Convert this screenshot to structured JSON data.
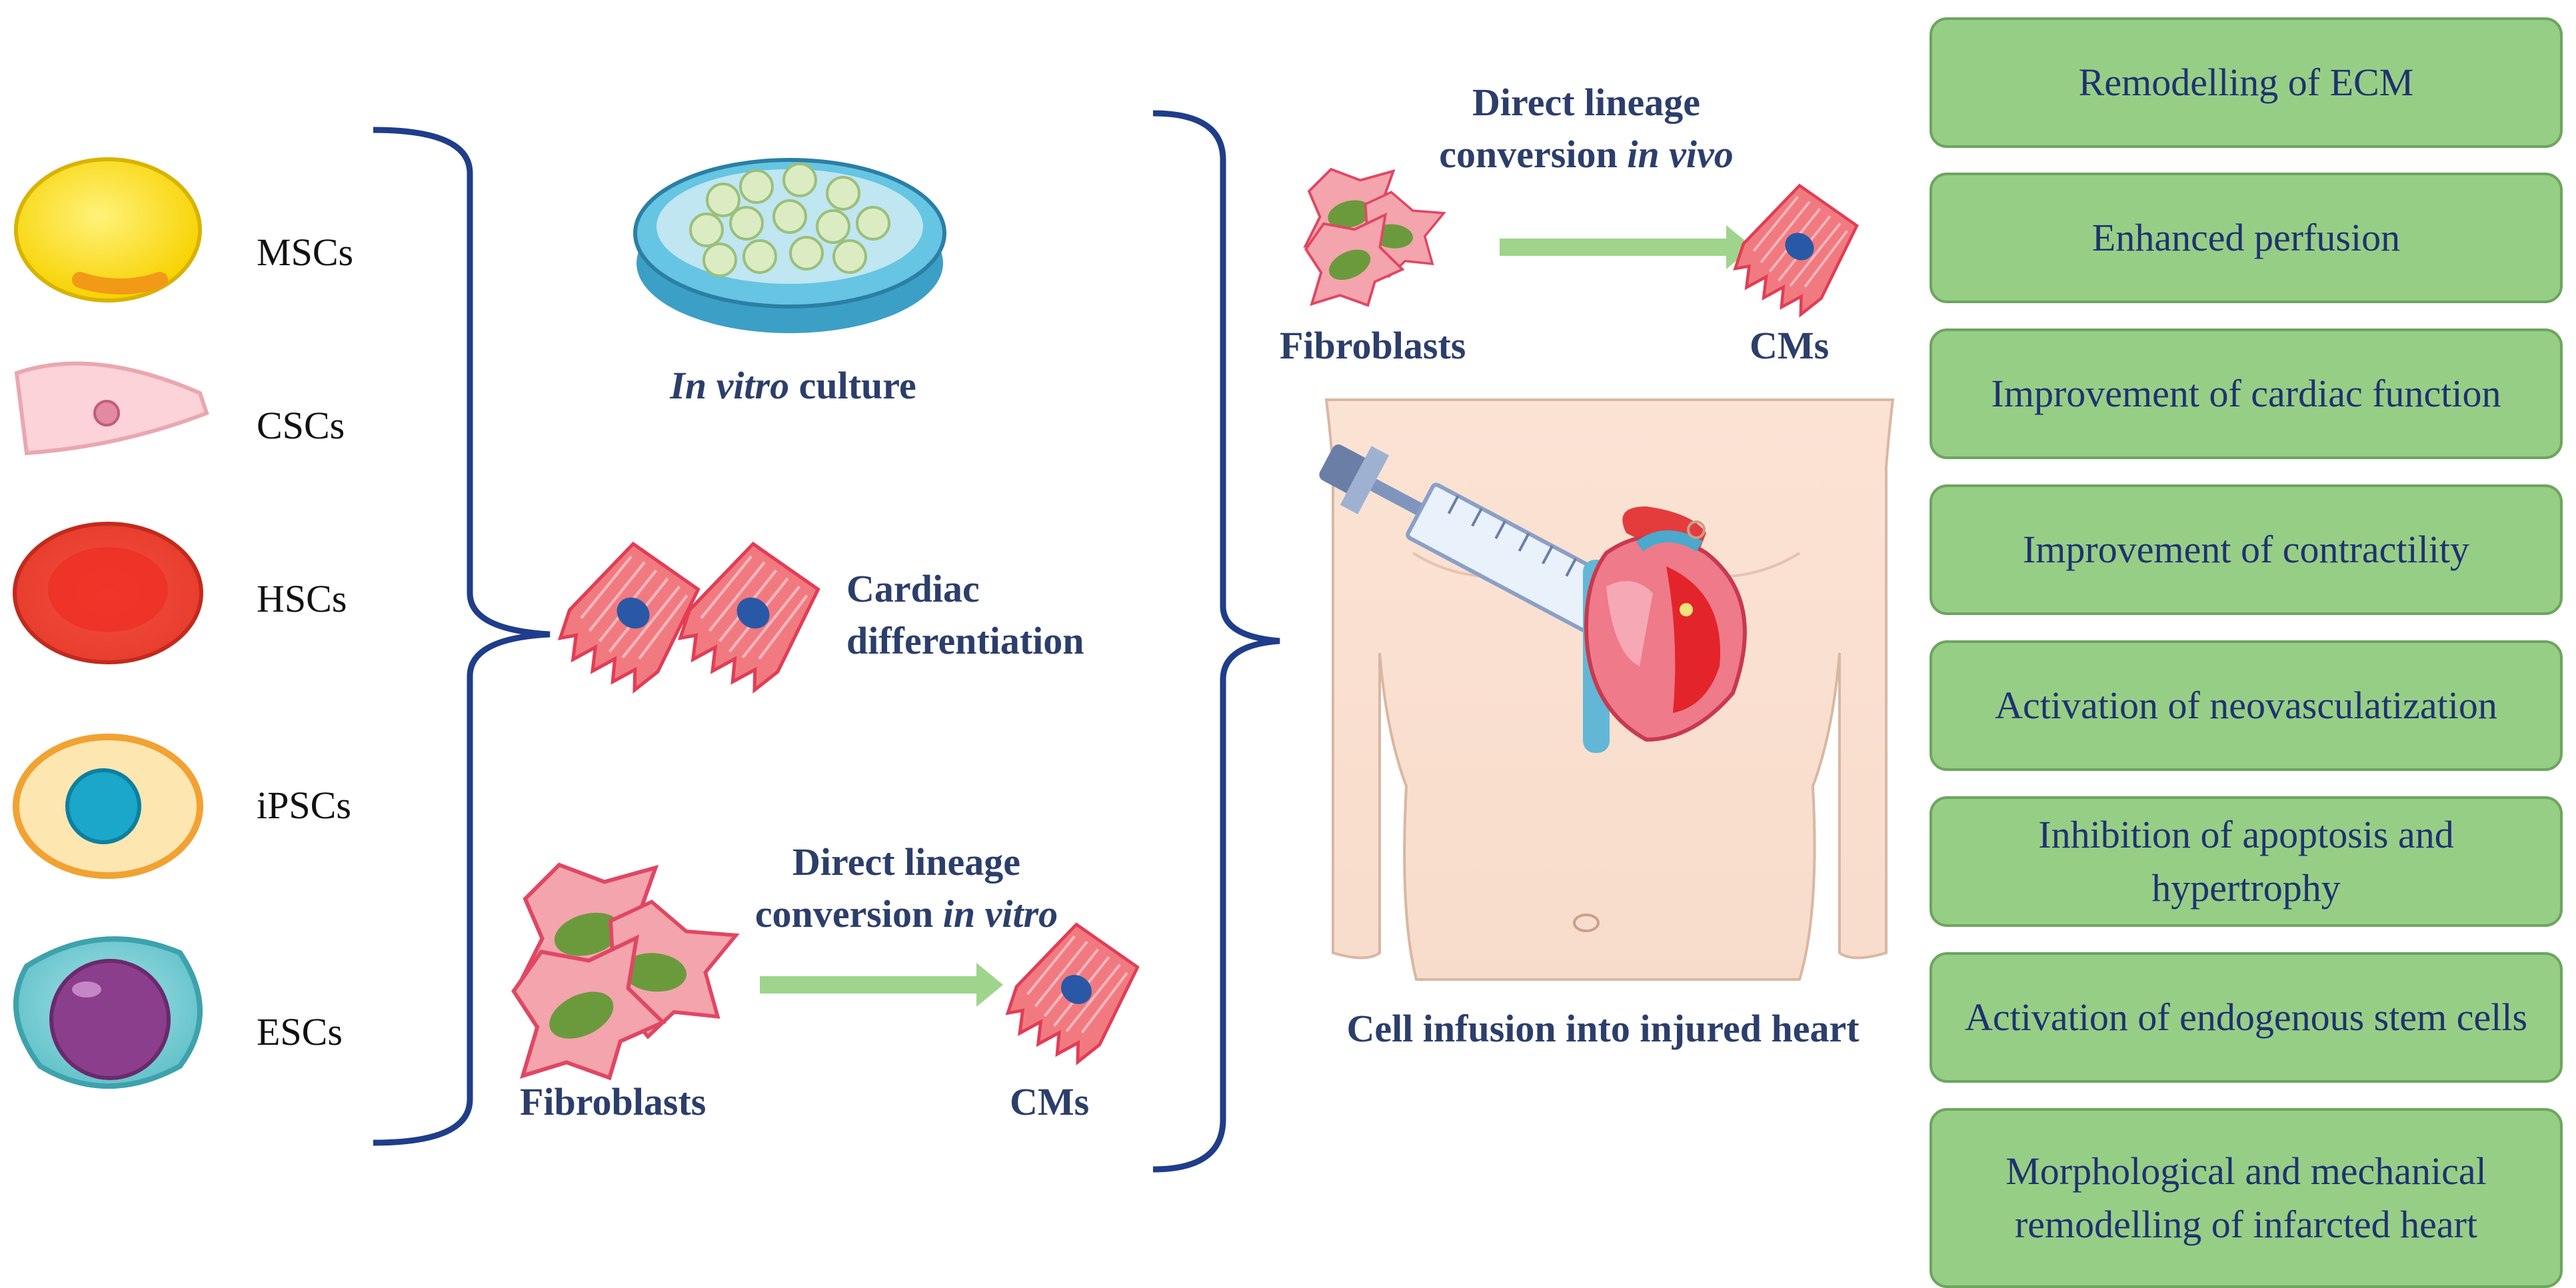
{
  "stem_cells": [
    "MSCs",
    "CSCs",
    "HSCs",
    "iPSCs",
    "ESCs"
  ],
  "in_vitro": {
    "italic": "In vitro",
    "rest": " culture"
  },
  "cardiac_diff": {
    "line1": "Cardiac",
    "line2": "differentiation"
  },
  "dlc_vitro": {
    "line1": "Direct lineage",
    "line2_pre": "conversion ",
    "line2_italic": "in vitro"
  },
  "dlc_vivo": {
    "line1": "Direct lineage",
    "line2_pre": "conversion ",
    "line2_italic": "in vivo"
  },
  "fibroblasts_label": "Fibroblasts",
  "cms_label": "CMs",
  "infusion_label": "Cell infusion into injured heart",
  "outcomes": [
    "Remodelling of ECM",
    "Enhanced perfusion",
    "Improvement of cardiac function",
    "Improvement of contractility",
    "Activation of neovasculatization",
    "Inhibition of apoptosis and hypertrophy",
    "Activation of endogenous stem cells",
    "Morphological and mechanical remodelling of infarcted heart"
  ],
  "colors": {
    "outcome_fill": "#97ce86",
    "outcome_text": "#1f3270",
    "label_blue": "#2c3e6b",
    "bracket": "#1f3d8a",
    "arrow": "#9fd48c"
  }
}
